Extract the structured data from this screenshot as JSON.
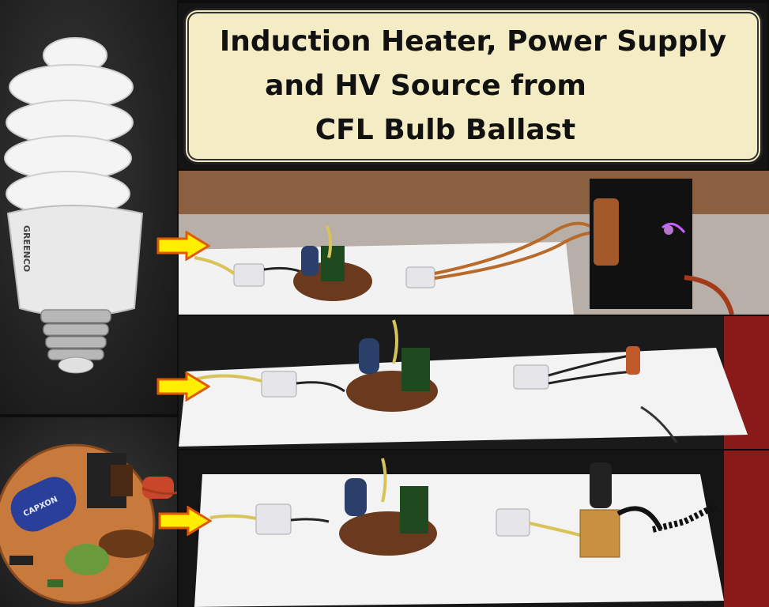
{
  "title": {
    "line1": "Induction Heater, Power Supply",
    "line2": "and HV Source from",
    "line3": "CFL Bulb Ballast"
  },
  "bulb_label": "GREENCO",
  "capacitor_label": "CAPXON",
  "colors": {
    "title_bg": "#f4ecc4",
    "arrow_fill": "#ffee00",
    "arrow_stroke": "#e05a00",
    "board": "#f2f2f2",
    "pcb": "#6b3a1e"
  },
  "icons": [
    "arrow-right-icon",
    "arrow-right-icon",
    "arrow-right-icon",
    "arrow-right-icon"
  ]
}
